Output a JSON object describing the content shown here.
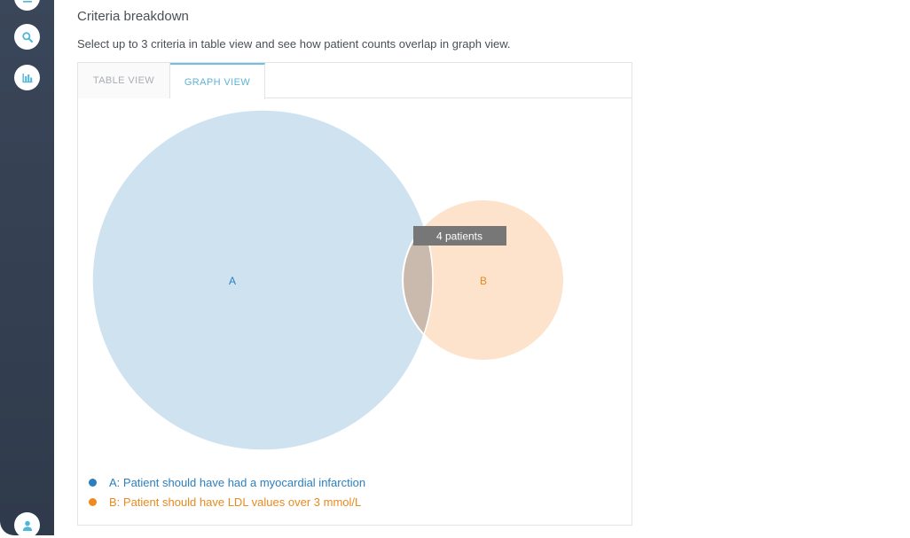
{
  "nav": {
    "icons": [
      "menu-icon",
      "search-icon",
      "bar-chart-icon",
      "user-icon"
    ]
  },
  "page": {
    "title": "Criteria breakdown",
    "subtitle": "Select up to 3 criteria in table view and see how patient counts overlap in graph view."
  },
  "tabs": {
    "table_label": "TABLE VIEW",
    "graph_label": "GRAPH VIEW",
    "active": "GRAPH VIEW"
  },
  "venn": {
    "sets": [
      {
        "label": "A",
        "color": "#cfe2f0",
        "text_color": "#2b7fbf"
      },
      {
        "label": "B",
        "color": "#fde3cc",
        "text_color": "#e88a1f"
      }
    ],
    "overlap_color": "#c9baad",
    "tooltip": "4 patients"
  },
  "legend": [
    {
      "text": "A: Patient should have had a myocardial infarction",
      "dot_color": "#2b7fbf",
      "text_color": "#2b7fbf"
    },
    {
      "text": "B: Patient should have LDL values over 3 mmol/L",
      "dot_color": "#f08a1e",
      "text_color": "#e88a1f"
    }
  ]
}
